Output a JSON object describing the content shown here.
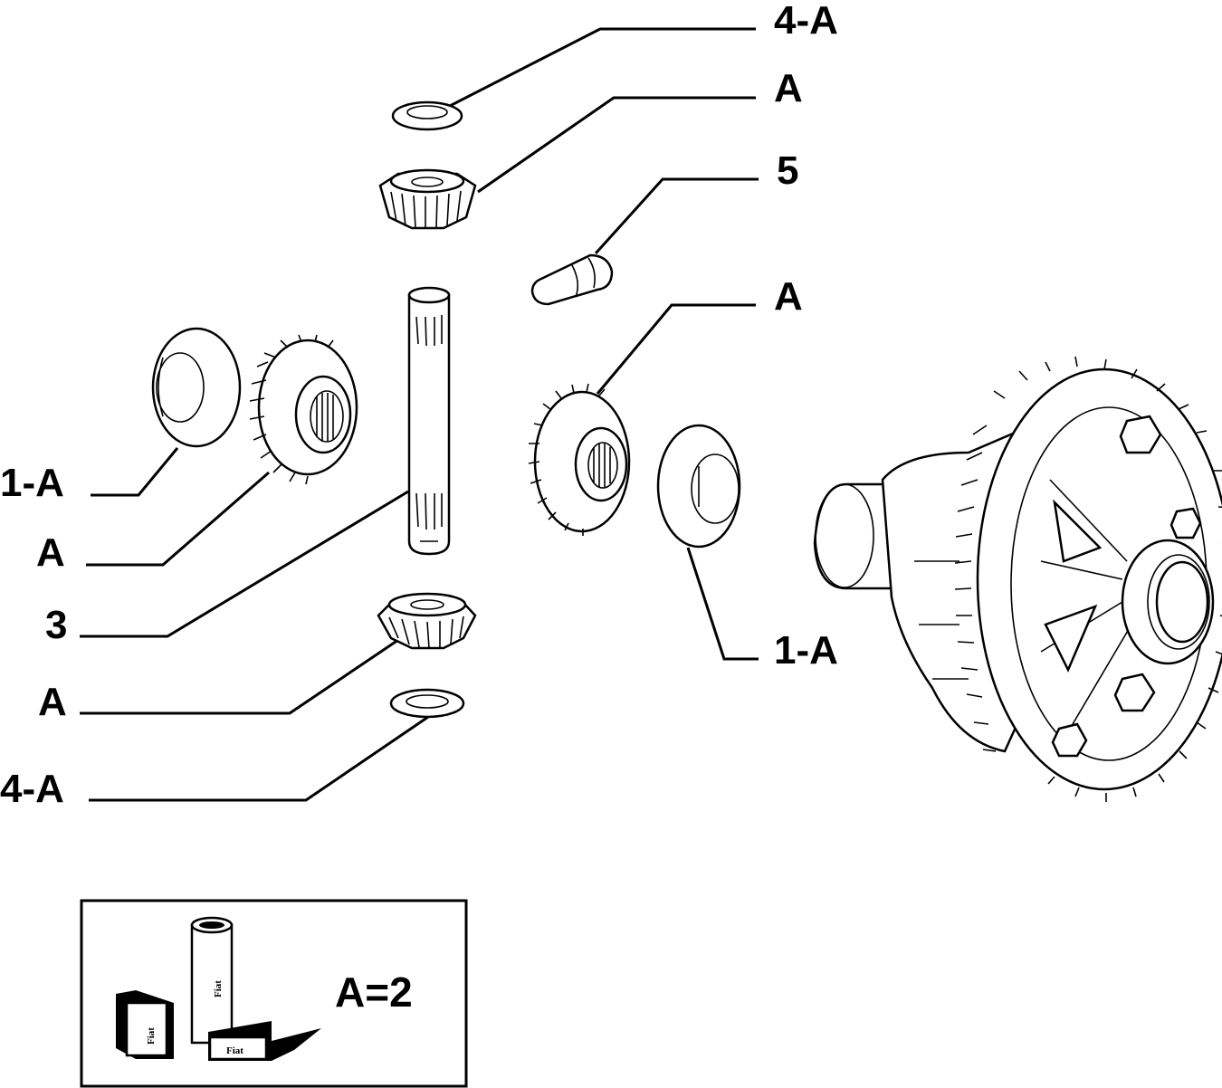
{
  "callouts": [
    {
      "id": "washer-top",
      "text": "4-A"
    },
    {
      "id": "gear-top",
      "text": "A"
    },
    {
      "id": "pin",
      "text": "5"
    },
    {
      "id": "side-gear-right",
      "text": "A"
    },
    {
      "id": "cup-left",
      "text": "1-A"
    },
    {
      "id": "side-gear-left",
      "text": "A"
    },
    {
      "id": "shaft",
      "text": "3"
    },
    {
      "id": "gear-bottom",
      "text": "A"
    },
    {
      "id": "cup-right",
      "text": "1-A"
    },
    {
      "id": "washer-bottom",
      "text": "4-A"
    }
  ],
  "kit": {
    "label": "A=2",
    "logo_text": "Fiat"
  },
  "colors": {
    "ink": "#000000",
    "paper": "#ffffff"
  }
}
